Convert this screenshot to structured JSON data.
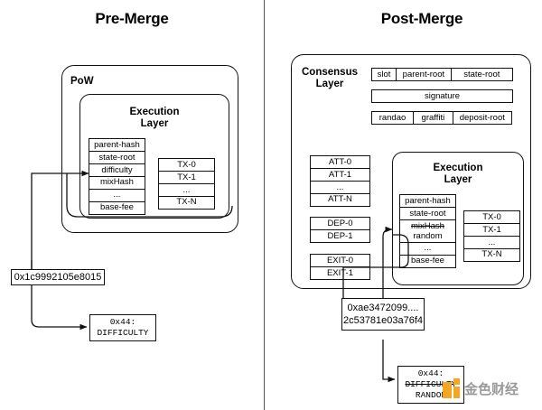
{
  "panels": {
    "pre": {
      "title": "Pre-Merge",
      "outer_label": "PoW",
      "inner_label_line1": "Execution",
      "inner_label_line2": "Layer",
      "header_fields": [
        "parent-hash",
        "state-root",
        "difficulty",
        "mixHash",
        "...",
        "base-fee"
      ],
      "tx_fields": [
        "TX-0",
        "TX-1",
        "...",
        "TX-N"
      ],
      "value": "0x1c9992105e8015",
      "opcode_line1": "0x44:",
      "opcode_line2": "DIFFICULTY"
    },
    "post": {
      "title": "Post-Merge",
      "outer_label_line1": "Consensus",
      "outer_label_line2": "Layer",
      "inner_label_line1": "Execution",
      "inner_label_line2": "Layer",
      "consensus_row1": [
        "slot",
        "parent-root",
        "state-root"
      ],
      "consensus_row2": [
        "signature"
      ],
      "consensus_row3": [
        "randao",
        "graffiti",
        "deposit-root"
      ],
      "attestations": [
        "ATT-0",
        "ATT-1",
        "...",
        "ATT-N"
      ],
      "deposits": [
        "DEP-0",
        "DEP-1"
      ],
      "exits": [
        "EXIT-0",
        "EXIT-1"
      ],
      "header_fields": [
        "parent-hash",
        "state-root",
        "...",
        "base-fee"
      ],
      "header_changed_old": "mixHash",
      "header_changed_new": "random",
      "tx_fields": [
        "TX-0",
        "TX-1",
        "...",
        "TX-N"
      ],
      "value_line1": "0xae3472099....",
      "value_line2": "2c53781e03a76f4",
      "opcode_line1": "0x44:",
      "opcode_old": "DIFFICULTY",
      "opcode_new": "RANDOM"
    }
  },
  "watermark": {
    "text": "金色财经",
    "logo_color": "#f5a623",
    "text_color": "#9a9a9a"
  },
  "colors": {
    "stroke": "#111111",
    "divider": "#555555",
    "background": "#ffffff"
  }
}
